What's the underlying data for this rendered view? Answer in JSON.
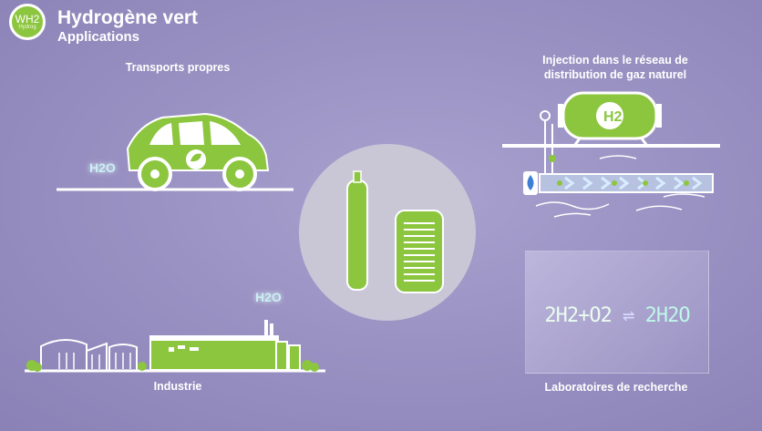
{
  "header": {
    "logo_text": "WH2",
    "logo_sub": "Hydrog",
    "title": "Hydrogène vert",
    "subtitle": "Applications"
  },
  "sections": {
    "transport": {
      "label": "Transports propres",
      "emission": "H2O"
    },
    "injection": {
      "label_line1": "Injection dans le réseau de",
      "label_line2": "distribution de gaz naturel",
      "tank_label": "H2"
    },
    "industry": {
      "label": "Industrie",
      "emission": "H2O"
    },
    "research": {
      "label": "Laboratoires de recherche",
      "equation_left": "2H2+O2",
      "equation_arrow": "⇌",
      "equation_right": "2H2O"
    }
  },
  "colors": {
    "accent_green": "#8cc63f",
    "background": "#9a92c3",
    "steam": "#c9f0f2",
    "white": "#ffffff"
  }
}
